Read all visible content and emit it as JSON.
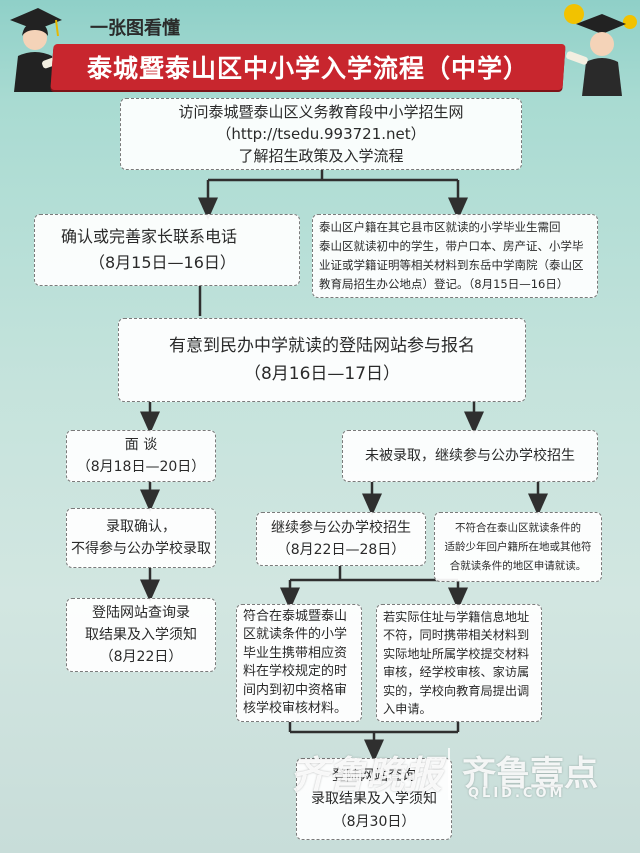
{
  "header": {
    "subtitle": "一张图看懂",
    "title": "泰城暨泰山区中小学入学流程（中学）"
  },
  "steps": {
    "visit_site": [
      "访问泰城暨泰山区义务教育段中小学招生网",
      "（http://tsedu.993721.net）",
      "了解招生政策及入学流程"
    ],
    "confirm_phone": [
      "确认或完善家长联系电话",
      "（8月15日—16日）"
    ],
    "other_county": [
      "泰山区户籍在其它县市区就读的小学毕业生需回",
      "泰山区就读初中的学生，带户口本、房产证、小学毕",
      "业证或学籍证明等相关材料到东岳中学南院（泰山区",
      "教育局招生办公地点）登记。（8月15日—16日）"
    ],
    "private_reg": [
      "有意到民办中学就读的登陆网站参与报名",
      "（8月16日—17日）"
    ],
    "interview": [
      "面  谈",
      "（8月18日—20日）"
    ],
    "not_admitted": [
      "未被录取，继续参与公办学校招生"
    ],
    "admit_confirm": [
      "录取确认，",
      "不得参与公办学校录取"
    ],
    "public_continue": [
      "继续参与公办学校招生",
      "（8月22日—28日）"
    ],
    "not_qualified": [
      "不符合在泰山区就读条件的",
      "适龄少年回户籍所在地或其他符",
      "合就读条件的地区申请就读。"
    ],
    "login_result_1": [
      "登陆网站查询录",
      "取结果及入学须知",
      "（8月22日）"
    ],
    "qualified": [
      "符合在泰城暨泰山",
      "区就读条件的小学",
      "毕业生携带相应资",
      "料在学校规定的时",
      "间内到初中资格审",
      "核学校审核材料。"
    ],
    "address_mismatch": [
      "若实际住址与学籍信息地址",
      "不符，同时携带相关材料到",
      "实际地址所属学校提交材料",
      "审核，经学校审核、家访属",
      "实的，学校向教育局提出调",
      "入申请。"
    ],
    "login_result_2": [
      "登陆网站查询",
      "录取结果及入学须知",
      "（8月30日）"
    ]
  },
  "watermark": {
    "newspaper": "齐鲁晚报",
    "brand": "齐鲁壹点",
    "site": "QLID.COM"
  },
  "colors": {
    "banner_red": "#c8262e",
    "background_teal": "#a9dbd2",
    "connector": "#2f2f2f"
  }
}
